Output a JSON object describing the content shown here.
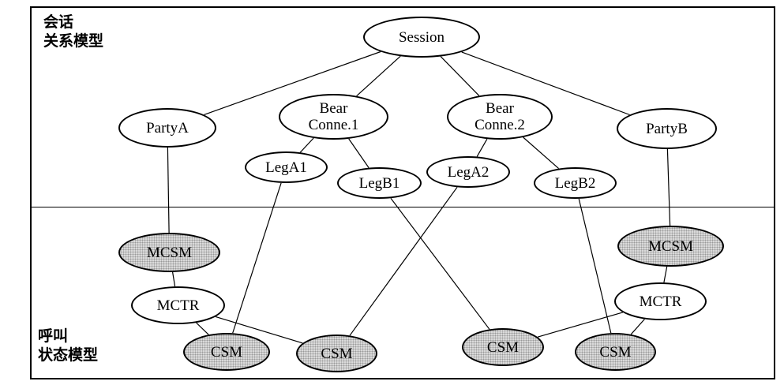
{
  "region_labels": {
    "session_line1": "会话",
    "session_line2": "关系模型",
    "call_line1": "呼叫",
    "call_line2": "状态模型"
  },
  "nodes": {
    "session": "Session",
    "party_a": "PartyA",
    "bear_conne_1": "Bear\nConne.1",
    "bear_conne_2": "Bear\nConne.2",
    "party_b": "PartyB",
    "leg_a1": "LegA1",
    "leg_b1": "LegB1",
    "leg_a2": "LegA2",
    "leg_b2": "LegB2",
    "mcsm_left": "MCSM",
    "mctr_left": "MCTR",
    "csm_1": "CSM",
    "csm_2": "CSM",
    "mcsm_right": "MCSM",
    "mctr_right": "MCTR",
    "csm_3": "CSM",
    "csm_4": "CSM"
  },
  "edges": [
    [
      "session",
      "party_a"
    ],
    [
      "session",
      "bear_conne_1"
    ],
    [
      "session",
      "bear_conne_2"
    ],
    [
      "session",
      "party_b"
    ],
    [
      "bear_conne_1",
      "leg_a1"
    ],
    [
      "bear_conne_1",
      "leg_b1"
    ],
    [
      "bear_conne_2",
      "leg_a2"
    ],
    [
      "bear_conne_2",
      "leg_b2"
    ],
    [
      "party_a",
      "mcsm_left"
    ],
    [
      "party_b",
      "mcsm_right"
    ],
    [
      "mcsm_left",
      "mctr_left"
    ],
    [
      "mctr_left",
      "csm_1"
    ],
    [
      "mctr_left",
      "csm_2"
    ],
    [
      "mcsm_right",
      "mctr_right"
    ],
    [
      "mctr_right",
      "csm_3"
    ],
    [
      "mctr_right",
      "csm_4"
    ],
    [
      "leg_a1",
      "csm_1"
    ],
    [
      "leg_b1",
      "csm_3"
    ],
    [
      "leg_a2",
      "csm_2"
    ],
    [
      "leg_b2",
      "csm_4"
    ]
  ]
}
